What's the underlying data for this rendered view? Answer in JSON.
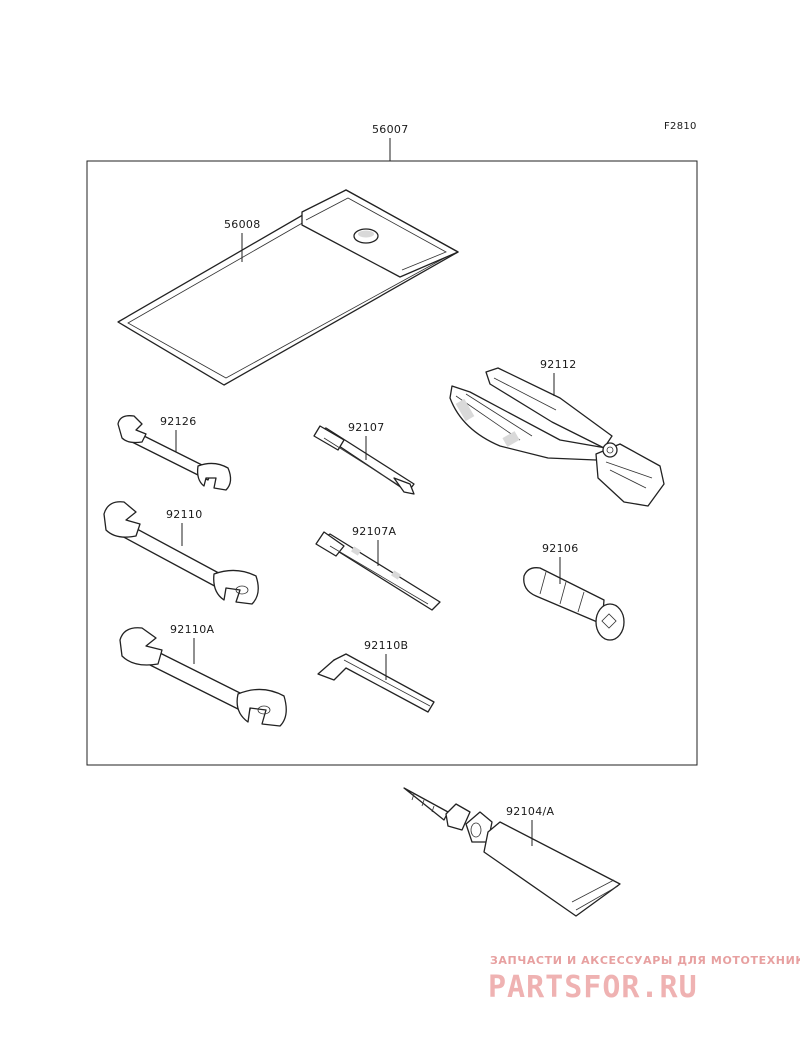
{
  "figure": {
    "code": "F2810"
  },
  "callouts": {
    "kit": "56007",
    "bag": "56008",
    "pliers": "92112",
    "wrench_small": "92126",
    "screwdriver": "92107",
    "wrench_medium": "92110",
    "screwdriver_flat": "92107A",
    "spark_plug_tool": "92106",
    "wrench_large": "92110A",
    "hex_key": "92110B",
    "grease_tube": "92104/A"
  },
  "watermark": {
    "tagline": "ЗАПЧАСТИ И АКСЕССУАРЫ ДЛЯ МОТОТЕХНИКИ",
    "logo": "PARTSFOR.RU"
  }
}
